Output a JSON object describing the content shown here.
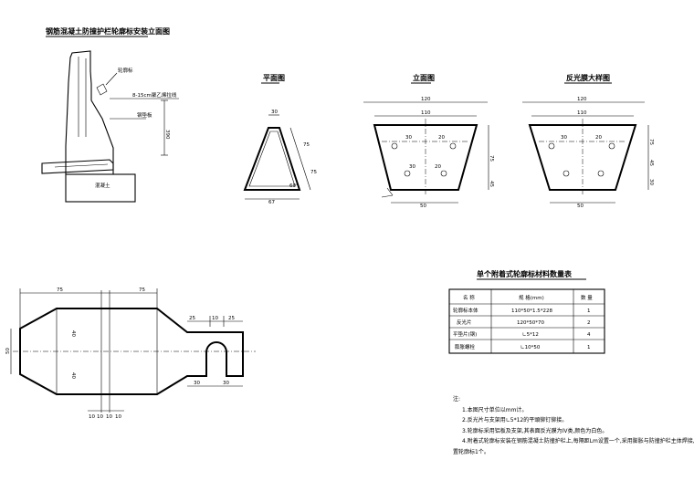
{
  "main_title": "钢筋混凝土防撞护栏轮廓标安装立面图",
  "labels": {
    "reflector": "轮廓标",
    "bolt_spec": "8-15cm聚乙烯拉线",
    "steel_plate": "钢垫板",
    "concrete": "混凝土",
    "side_view": "平面图",
    "elevation": "立面图",
    "reflector_detail": "反光膜大样图"
  },
  "dims": {
    "guard_height": "390",
    "tri_top": "30",
    "tri_side_a": "75",
    "tri_side_b": "75",
    "tri_base": "67",
    "tri_angle": "60°",
    "elev_top": "120",
    "elev_inner": "110",
    "elev_base": "50",
    "elev_h1": "75",
    "elev_h2": "45",
    "elev_hole1": "30",
    "elev_hole2": "20",
    "elev_bot_left": "30",
    "elev_bot_right": "20",
    "det_top": "120",
    "det_inner": "110",
    "det_base": "50",
    "det_h1": "75",
    "det_h2": "45",
    "det_h3": "30",
    "det_hole1": "30",
    "det_hole2": "20",
    "plan_l1": "75",
    "plan_l2": "75",
    "plan_s1": "25",
    "plan_s2": "25",
    "plan_s3": "10",
    "plan_h": "50",
    "plan_h1": "40",
    "plan_h2": "40",
    "plan_b1": "10",
    "plan_b2": "10",
    "plan_b3": "10",
    "plan_b4": "10",
    "plan_b5": "30",
    "plan_b6": "30"
  },
  "table": {
    "title": "单个附着式轮廓标材料数量表",
    "headers": [
      "名  称",
      "规  格(mm)",
      "数  量"
    ],
    "rows": [
      [
        "轮廓标本体",
        "110*50*1.5*228",
        "1"
      ],
      [
        "反光片",
        "120*50*70",
        "2"
      ],
      [
        "平垫片(钢)",
        "∟5*12",
        "4"
      ],
      [
        "膨胀螺栓",
        "∟10*50",
        "1"
      ]
    ]
  },
  "notes": {
    "heading": "注:",
    "items": [
      "1.本图尺寸单位以mm计。",
      "2.反光片与支架用∟5*12的平頭铆钉铆接。",
      "3.轮廓标采用铝板及支架,其表面反光膜为IV类,颜色为白色。",
      "4.附着式轮廓标安装在钢筋混凝土防撞护栏上,每隔距Lm设置一个,采用膨胀与防撞护栏主体焊接,各路共设"
    ],
    "tail": "置轮廓标1个。"
  }
}
